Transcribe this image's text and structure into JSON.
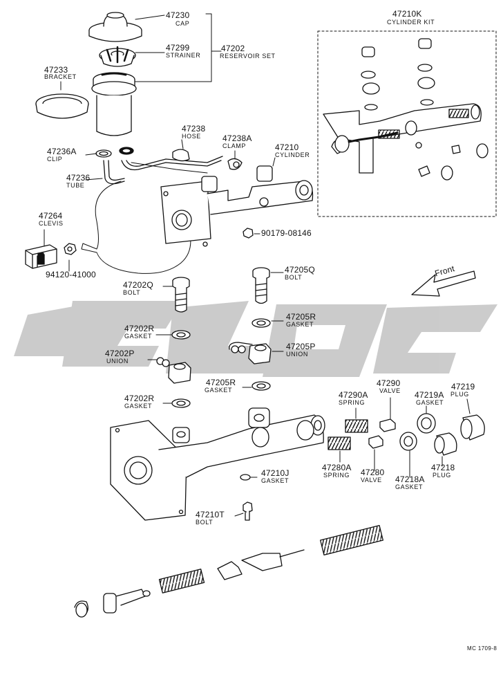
{
  "kit": {
    "num": "47210K",
    "name": "CYLINDER KIT"
  },
  "parts": {
    "p47230": {
      "num": "47230",
      "name": "CAP"
    },
    "p47299": {
      "num": "47299",
      "name": "STRAINER"
    },
    "p47202": {
      "num": "47202",
      "name": "RESERVOIR SET"
    },
    "p47233": {
      "num": "47233",
      "name": "BRACKET"
    },
    "p47238": {
      "num": "47238",
      "name": "HOSE"
    },
    "p47238A": {
      "num": "47238A",
      "name": "CLAMP"
    },
    "p47210": {
      "num": "47210",
      "name": "CYLINDER"
    },
    "p47236A": {
      "num": "47236A",
      "name": "CLIP"
    },
    "p47236": {
      "num": "47236",
      "name": "TUBE"
    },
    "p47264": {
      "num": "47264",
      "name": "CLEVIS"
    },
    "p94120": {
      "num": "94120-41000"
    },
    "p90179": {
      "num": "90179-08146"
    },
    "p47205Q": {
      "num": "47205Q",
      "name": "BOLT"
    },
    "p47202Q": {
      "num": "47202Q",
      "name": "BOLT"
    },
    "p47205R_a": {
      "num": "47205R",
      "name": "GASKET"
    },
    "p47202R_a": {
      "num": "47202R",
      "name": "GASKET"
    },
    "p47205P": {
      "num": "47205P",
      "name": "UNION"
    },
    "p47202P": {
      "num": "47202P",
      "name": "UNION"
    },
    "p47205R_b": {
      "num": "47205R",
      "name": "GASKET"
    },
    "p47202R_b": {
      "num": "47202R",
      "name": "GASKET"
    },
    "p47290A": {
      "num": "47290A",
      "name": "SPRING"
    },
    "p47290": {
      "num": "47290",
      "name": "VALVE"
    },
    "p47219A": {
      "num": "47219A",
      "name": "GASKET"
    },
    "p47219": {
      "num": "47219",
      "name": "PLUG"
    },
    "p47280A": {
      "num": "47280A",
      "name": "SPRING"
    },
    "p47280": {
      "num": "47280",
      "name": "VALVE"
    },
    "p47218A": {
      "num": "47218A",
      "name": "GASKET"
    },
    "p47218": {
      "num": "47218",
      "name": "PLUG"
    },
    "p47210J": {
      "num": "47210J",
      "name": "GASKET"
    },
    "p47210T": {
      "num": "47210T",
      "name": "BOLT"
    }
  },
  "front_label": "Front",
  "catalog_code": "MC 1709-8"
}
